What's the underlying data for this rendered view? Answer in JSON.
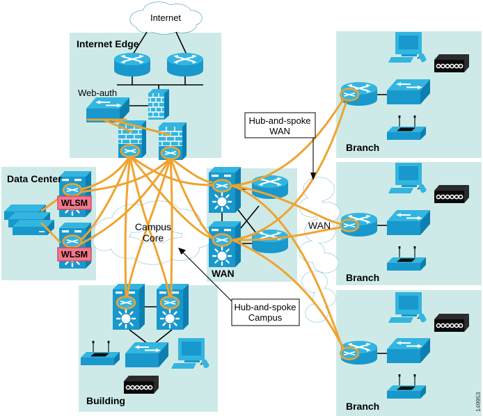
{
  "figure_id": "149953",
  "clouds": {
    "internet": {
      "label": "Internet"
    },
    "campus_core": {
      "line1": "Campus",
      "line2": "Core"
    },
    "wan": {
      "label": "WAN"
    }
  },
  "regions": {
    "internet_edge": {
      "label": "Internet Edge"
    },
    "data_center": {
      "label": "Data Center"
    },
    "wan": {
      "label": "WAN"
    },
    "building": {
      "label": "Building"
    },
    "branch_top": {
      "label": "Branch"
    },
    "branch_middle": {
      "label": "Branch"
    },
    "branch_bottom": {
      "label": "Branch"
    }
  },
  "labels": {
    "web_auth": "Web-auth",
    "wlsm_top": "WLSM",
    "wlsm_bottom": "WLSM"
  },
  "callouts": {
    "hub_wan": {
      "line1": "Hub-and-spoke",
      "line2": "WAN"
    },
    "hub_campus": {
      "line1": "Hub-and-spoke",
      "line2": "Campus"
    }
  },
  "colors": {
    "region_bg": "#cdeae8",
    "device_primary": "#1898cc",
    "device_light": "#33b5e0",
    "device_dark": "#0c7fb0",
    "tunnel_orange": "#f0a32f",
    "wlsm_pink": "#f2788c",
    "wlsm_border": "#c94b60"
  }
}
